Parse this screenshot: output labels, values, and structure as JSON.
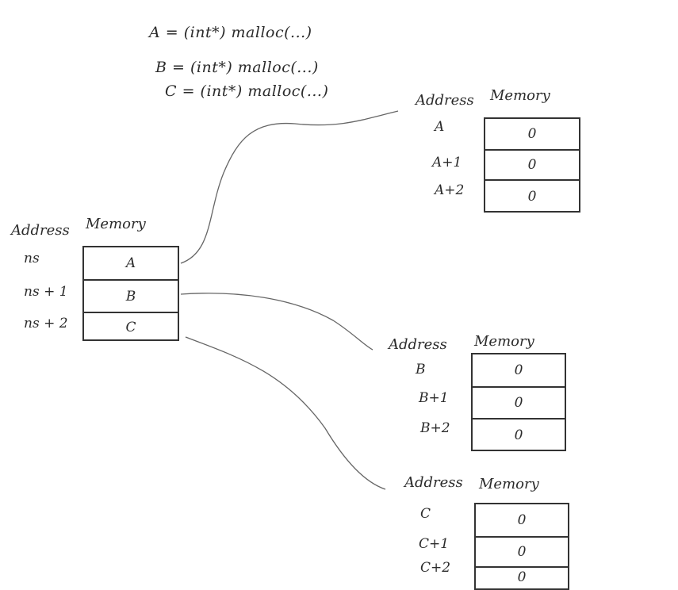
{
  "code_lines": [
    "A = (int*) malloc(...)",
    "B = (int*) malloc(...)",
    "C = (int*) malloc(...)"
  ],
  "pointer_table": {
    "address_header": "Address",
    "memory_header": "Memory",
    "addresses": [
      "ns",
      "ns + 1",
      "ns + 2"
    ],
    "cells": [
      "A",
      "B",
      "C"
    ]
  },
  "array_tables": [
    {
      "id": "A",
      "address_header": "Address",
      "memory_header": "Memory",
      "addresses": [
        "A",
        "A+1",
        "A+2"
      ],
      "cells": [
        "0",
        "0",
        "0"
      ]
    },
    {
      "id": "B",
      "address_header": "Address",
      "memory_header": "Memory",
      "addresses": [
        "B",
        "B+1",
        "B+2"
      ],
      "cells": [
        "0",
        "0",
        "0"
      ]
    },
    {
      "id": "C",
      "address_header": "Address",
      "memory_header": "Memory",
      "addresses": [
        "C",
        "C+1",
        "C+2"
      ],
      "cells": [
        "0",
        "0",
        "0"
      ]
    }
  ],
  "colors": {
    "ink": "#2b2b2b",
    "line": "#555555",
    "background": "#ffffff"
  }
}
